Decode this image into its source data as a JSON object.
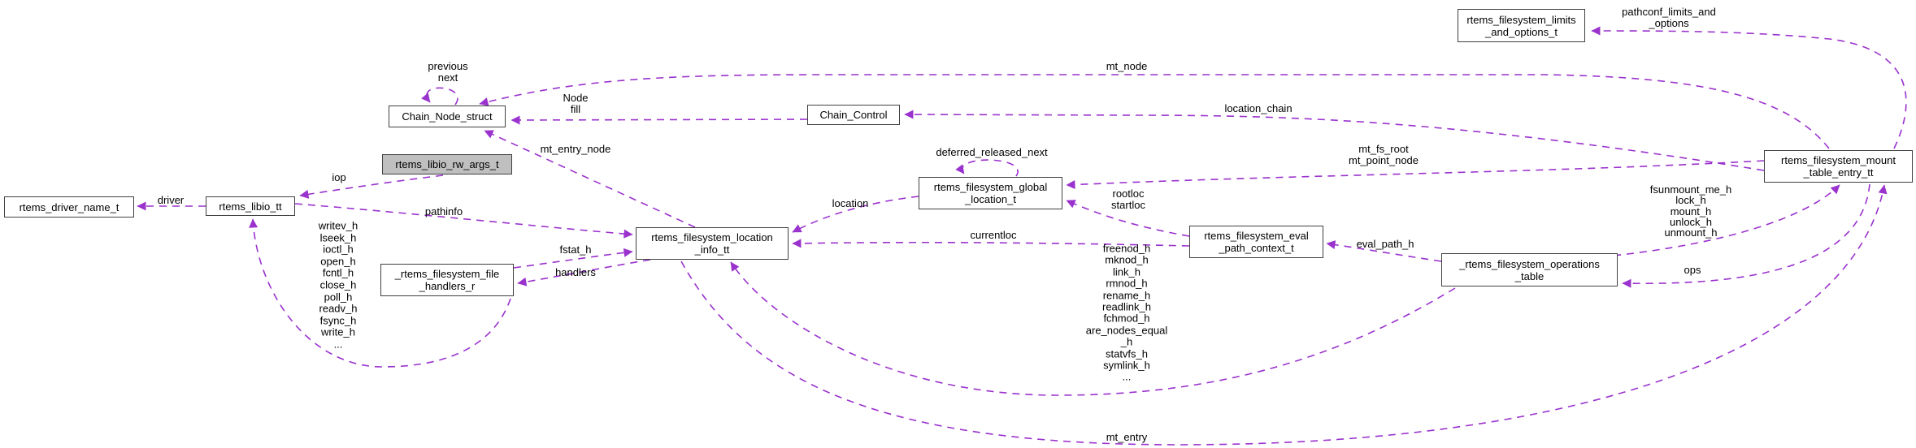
{
  "diagram": {
    "kind": "collaboration-graph",
    "colors": {
      "edge": "#9a32cd",
      "node_border": "#404040",
      "node_fill": "#ffffff",
      "highlight_node_fill": "#bfbfbf",
      "text": "#000000"
    },
    "nodes": {
      "limits": {
        "line1": "rtems_filesystem_limits",
        "line2": "_and_options_t"
      },
      "chain_node": {
        "line1": "Chain_Node_struct"
      },
      "chain_control": {
        "line1": "Chain_Control"
      },
      "rw_args": {
        "line1": "rtems_libio_rw_args_t"
      },
      "driver_name": {
        "line1": "rtems_driver_name_t"
      },
      "libio": {
        "line1": "rtems_libio_tt"
      },
      "file_handlers": {
        "line1": "_rtems_filesystem_file",
        "line2": "_handlers_r"
      },
      "location_info": {
        "line1": "rtems_filesystem_location",
        "line2": "_info_tt"
      },
      "global_location": {
        "line1": "rtems_filesystem_global",
        "line2": "_location_t"
      },
      "eval_path": {
        "line1": "rtems_filesystem_eval",
        "line2": "_path_context_t"
      },
      "operations": {
        "line1": "_rtems_filesystem_operations",
        "line2": "_table"
      },
      "mount": {
        "line1": "rtems_filesystem_mount",
        "line2": "_table_entry_tt"
      }
    },
    "edge_labels": {
      "pathconf": {
        "line1": "pathconf_limits_and",
        "line2": "_options"
      },
      "mt_node": "mt_node",
      "prev_next": {
        "line1": "previous",
        "line2": "next"
      },
      "node_fill": {
        "line1": "Node",
        "line2": "fill"
      },
      "location_chain": "location_chain",
      "mt_entry_node": "mt_entry_node",
      "iop": "iop",
      "driver": "driver",
      "pathinfo": "pathinfo",
      "fstat": "fstat_h",
      "handlers": "handlers",
      "location": "location",
      "deferred": "deferred_released_next",
      "root_start": {
        "line1": "rootloc",
        "line2": "startloc"
      },
      "mt_fs": {
        "line1": "mt_fs_root",
        "line2": "mt_point_node"
      },
      "currentloc": "currentloc",
      "eval_path_h": "eval_path_h",
      "ops": "ops",
      "mt_entry": "mt_entry",
      "file_handler_members": [
        "writev_h",
        "lseek_h",
        "ioctl_h",
        "open_h",
        "fcntl_h",
        "close_h",
        "poll_h",
        "readv_h",
        "fsync_h",
        "write_h",
        "..."
      ],
      "operation_members": [
        "freenod_h",
        "mknod_h",
        "link_h",
        "rmnod_h",
        "rename_h",
        "readlink_h",
        "fchmod_h",
        "are_nodes_equal",
        "_h",
        "statvfs_h",
        "symlink_h",
        "..."
      ],
      "mount_operation_members": [
        "fsunmount_me_h",
        "lock_h",
        "mount_h",
        "unlock_h",
        "unmount_h"
      ]
    }
  }
}
